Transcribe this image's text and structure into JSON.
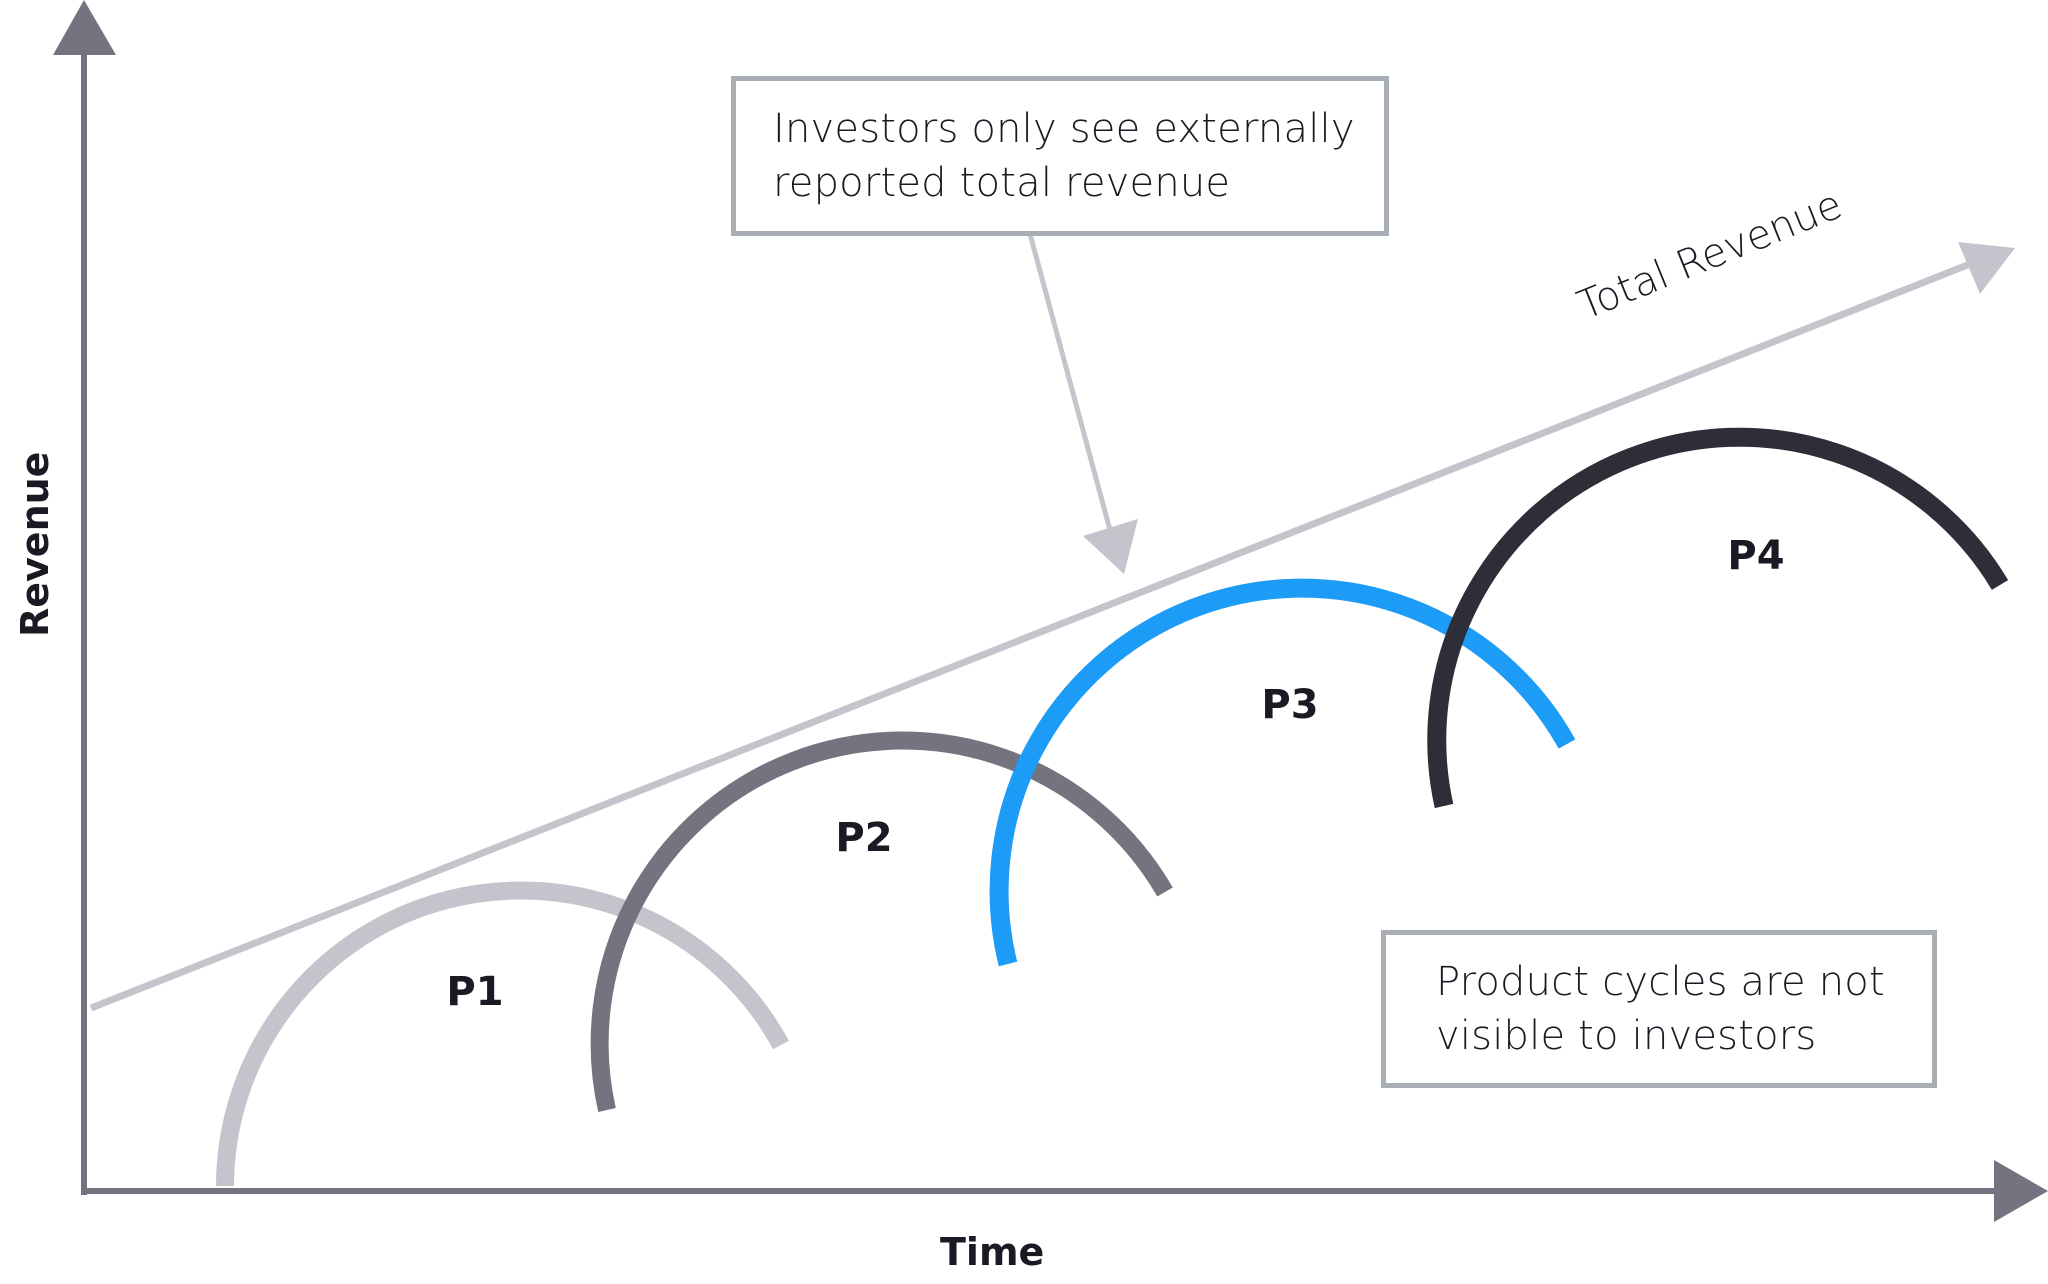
{
  "diagram": {
    "axes": {
      "x_label": "Time",
      "y_label": "Revenue",
      "color": "#747480"
    },
    "trend_line": {
      "label": "Total Revenue",
      "color": "#c4c4cd"
    },
    "callouts": {
      "top": {
        "lines": [
          "Investors only see externally",
          "reported total revenue"
        ]
      },
      "bottom": {
        "lines": [
          "Product cycles are not",
          "visible to investors"
        ]
      },
      "border_color": "#a8aeb3"
    },
    "cycles": [
      {
        "label": "P1",
        "color": "#c4c4cd"
      },
      {
        "label": "P2",
        "color": "#747480"
      },
      {
        "label": "P3",
        "color": "#1c9bf7"
      },
      {
        "label": "P4",
        "color": "#2e2e38"
      }
    ]
  }
}
